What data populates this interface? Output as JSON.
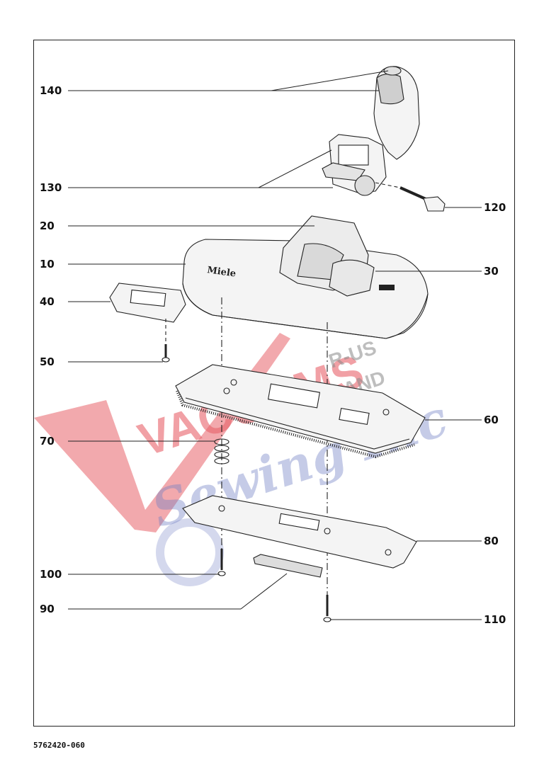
{
  "part_labels": {
    "p140": "140",
    "p130": "130",
    "p120": "120",
    "p20": "20",
    "p10": "10",
    "p30": "30",
    "p40": "40",
    "p50": "50",
    "p60": "60",
    "p70": "70",
    "p80": "80",
    "p100": "100",
    "p90": "90",
    "p110": "110"
  },
  "brand_mark": "Miele",
  "document_code": "5762420-060",
  "watermark": {
    "line1": "VACUUMS",
    "line2": "R-US",
    "line3": "AND",
    "line4": "Sewing Inc",
    "primary_color": "#e8626a",
    "secondary_color": "#6f7fc4"
  },
  "colors": {
    "line": "#222222",
    "part_fill": "#f4f4f4",
    "shade": "#cfcfcf"
  }
}
